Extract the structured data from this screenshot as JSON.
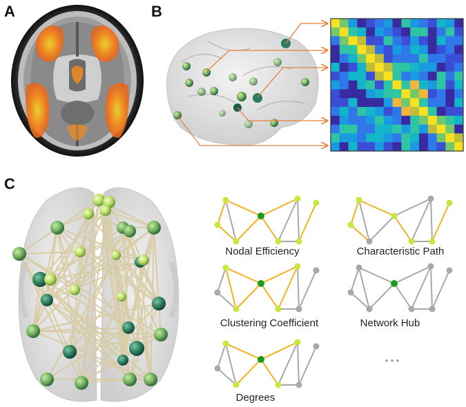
{
  "panels": {
    "a": "A",
    "b": "B",
    "c": "C"
  },
  "metrics": {
    "nodal_efficiency": "Nodal Efficiency",
    "characteristic_path": "Characteristic Path",
    "clustering_coefficient": "Clustering Coefficient",
    "network_hub": "Network Hub",
    "degrees": "Degrees",
    "ellipsis": "• • •"
  },
  "colors": {
    "highlight_edge": "#f5b01a",
    "plain_edge": "#a8a8a8",
    "center_node": "#1a9b1a",
    "highlight_node": "#c8e640",
    "plain_node": "#a8a8a8",
    "activation": "#f07b1e",
    "arrow": "#e8803a"
  },
  "matrix": {
    "size": 15,
    "colormap": "parula"
  }
}
